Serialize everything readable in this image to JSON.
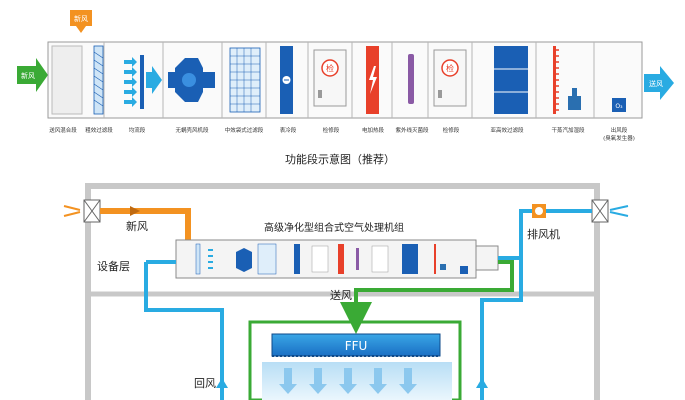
{
  "top_diagram": {
    "inlet_label": "新风",
    "outlet_label": "送风",
    "fresh_badge": "新风",
    "sections": [
      {
        "label": "送风混合段",
        "icon": "mix-section-icon"
      },
      {
        "label": "粗效过滤段",
        "icon": "coarse-filter-icon"
      },
      {
        "label": "均流段",
        "icon": "flow-equalizer-icon"
      },
      {
        "label": "无蜗壳风机段",
        "icon": "plug-fan-icon"
      },
      {
        "label": "中效袋式过滤段",
        "icon": "bag-filter-icon"
      },
      {
        "label": "表冷段",
        "icon": "cooling-coil-icon"
      },
      {
        "label": "检修段",
        "icon": "inspection-door-icon"
      },
      {
        "label": "电加热段",
        "icon": "electric-heater-icon"
      },
      {
        "label": "紫外线灭菌段",
        "icon": "uv-lamp-icon"
      },
      {
        "label": "检修段",
        "icon": "inspection-door-icon"
      },
      {
        "label": "亚高效过滤段",
        "icon": "sub-hepa-filter-icon"
      },
      {
        "label": "干蒸汽加湿段",
        "icon": "steam-humidifier-icon"
      },
      {
        "label": "出风段",
        "icon": "outlet-section-icon"
      },
      {
        "label": "(臭氧发生器)",
        "icon": "ozone-generator-icon"
      }
    ],
    "door_glyph": "检",
    "ozone_glyph": "O₃",
    "caption": "功能段示意图（推荐）"
  },
  "bottom_diagram": {
    "fresh_air": "新风",
    "exhaust_fan": "排风机",
    "unit_title": "高级净化型组合式空气处理机组",
    "equipment_floor": "设备层",
    "supply_air": "送风",
    "ffu": "FFU",
    "return_air": "回风"
  },
  "colors": {
    "blue": "#1a5fb4",
    "cyan": "#29abe2",
    "orange": "#f39221",
    "green": "#3aaa35",
    "red": "#e8402a",
    "purple": "#8a5aa5",
    "frame": "#c8c8c8"
  }
}
